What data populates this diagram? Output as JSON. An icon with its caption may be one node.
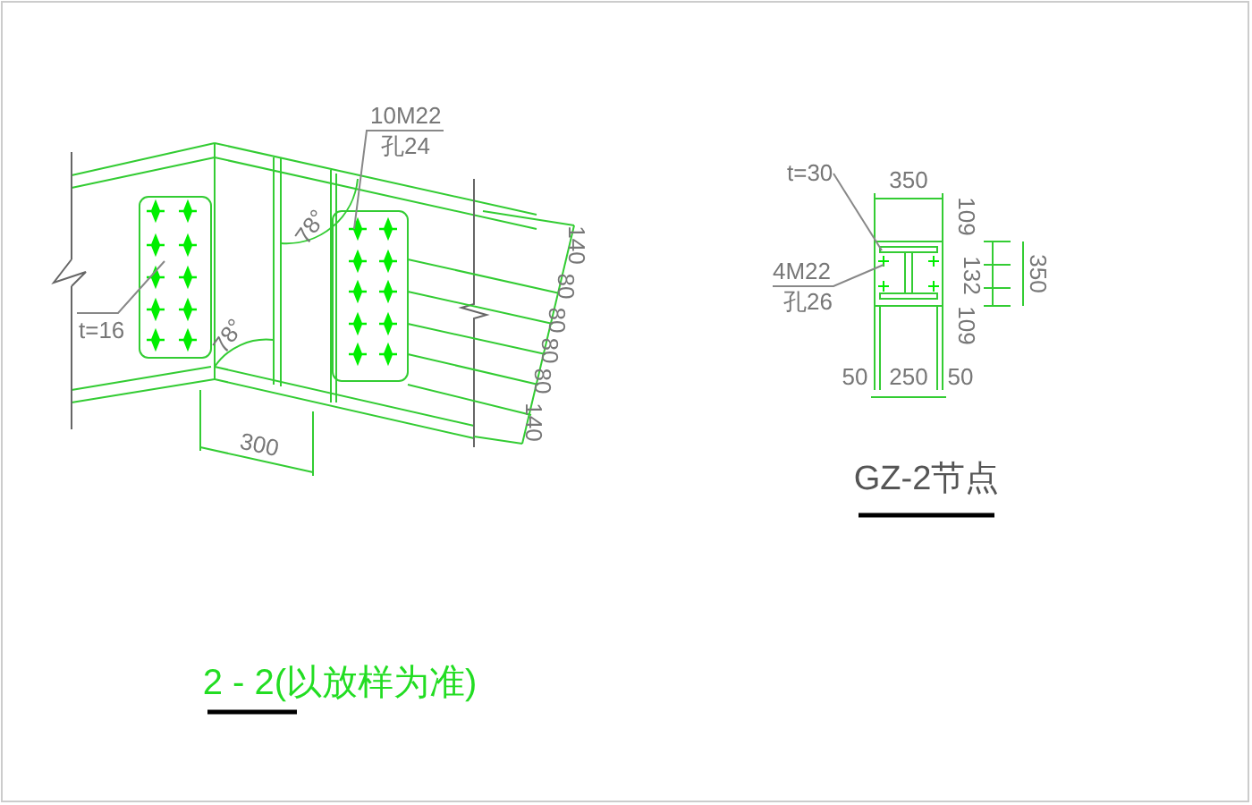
{
  "diagram": {
    "nodes": [
      {
        "text": [
          "10M22",
          "孔24"
        ]
      },
      {
        "text": [
          "t=16"
        ]
      },
      {
        "text": [
          "t=30"
        ]
      },
      {
        "text": [
          "4M22",
          "孔26"
        ]
      }
    ],
    "edges": [
      {
        "from": 0,
        "to": null,
        "arrow": "none"
      },
      {
        "from": 1,
        "to": null,
        "arrow": "none"
      },
      {
        "from": 2,
        "to": null,
        "arrow": "none"
      },
      {
        "from": 3,
        "to": null,
        "arrow": "none"
      }
    ],
    "labels": [
      "78°",
      "78°",
      "140",
      "80",
      "80",
      "80",
      "80",
      "140",
      "300",
      "350",
      "109",
      "132",
      "109",
      "350",
      "50",
      "250",
      "50",
      "GZ-2节点",
      "2 - 2(以放样为准)"
    ]
  }
}
